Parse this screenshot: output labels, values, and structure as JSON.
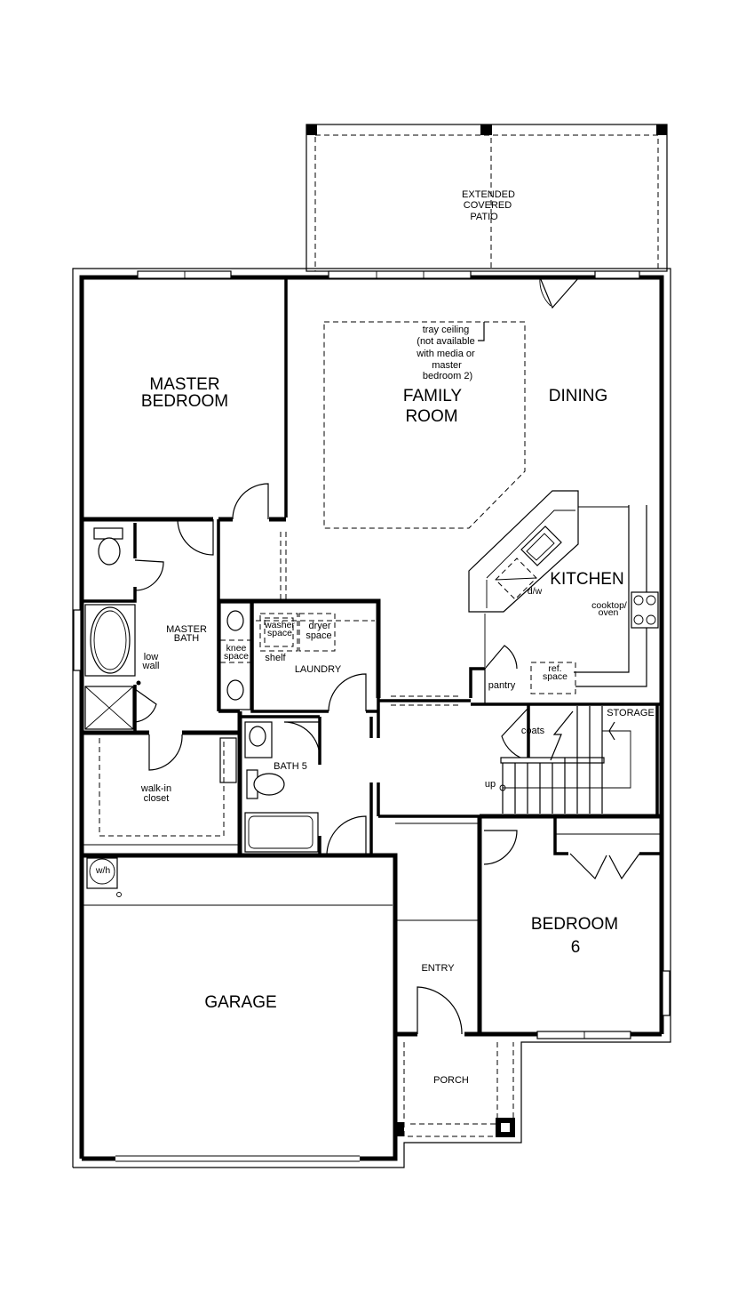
{
  "labels": {
    "patio": [
      "EXTENDED",
      "COVERED",
      "PATIO"
    ],
    "master_bedroom": [
      "MASTER",
      "BEDROOM"
    ],
    "tray_ceiling": [
      "tray ceiling",
      "(not available",
      "with media or",
      "master",
      "bedroom 2)"
    ],
    "family_room": [
      "FAMILY",
      "ROOM"
    ],
    "dining": "DINING",
    "kitchen": "KITCHEN",
    "dw": "d/w",
    "cooktop": [
      "cooktop/",
      "oven"
    ],
    "master_bath": [
      "MASTER",
      "BATH"
    ],
    "low_wall": [
      "low",
      "wall"
    ],
    "knee_space": [
      "knee",
      "space"
    ],
    "washer_space": [
      "washer",
      "space"
    ],
    "dryer_space": [
      "dryer",
      "space"
    ],
    "shelf": "shelf",
    "laundry": "LAUNDRY",
    "pantry": "pantry",
    "ref_space": [
      "ref.",
      "space"
    ],
    "coats": "coats",
    "storage": "STORAGE",
    "bath5": "BATH 5",
    "walkin_closet": [
      "walk-in",
      "closet"
    ],
    "up": "up",
    "wh": "w/h",
    "bedroom6": [
      "BEDROOM",
      "6"
    ],
    "entry": "ENTRY",
    "garage": "GARAGE",
    "porch": "PORCH"
  }
}
